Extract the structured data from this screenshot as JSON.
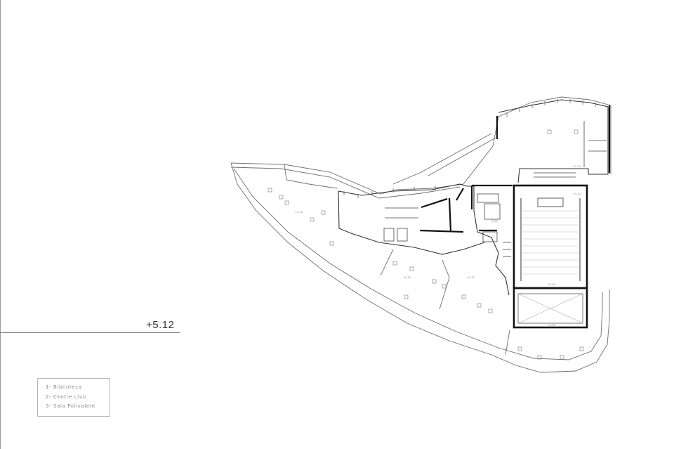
{
  "plan": {
    "level": "+5.12",
    "legend": [
      "1- Biblioteca",
      "2- Centre civic",
      "3- Sala Polivalent"
    ],
    "room_labels": [
      "+5.12",
      "+5.12",
      "+5.12",
      "+5.12",
      "+5.12",
      "+5.12",
      "+5.80",
      "+5.80"
    ]
  }
}
